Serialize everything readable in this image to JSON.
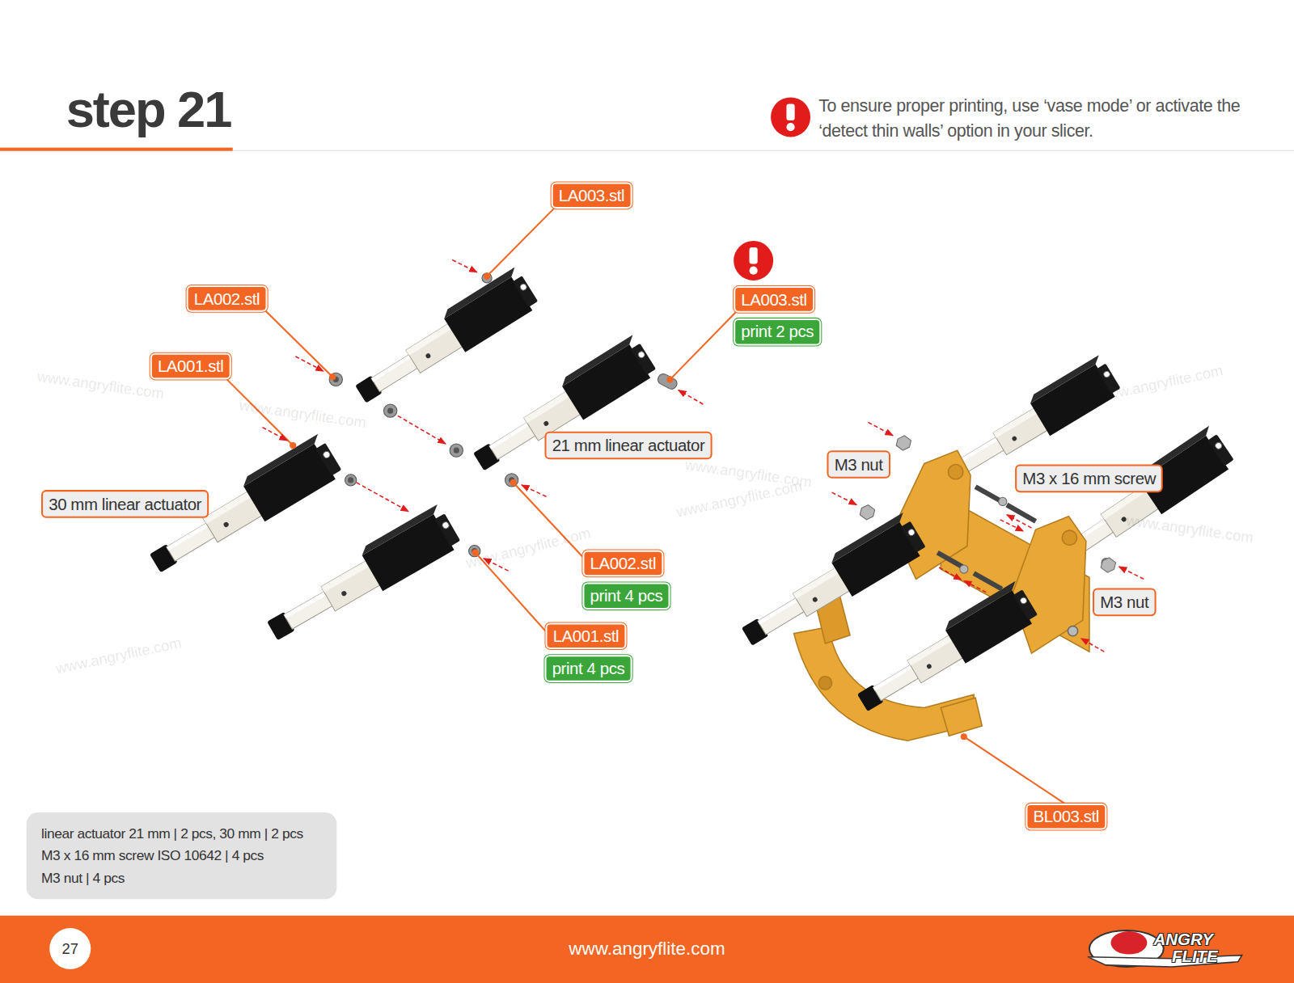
{
  "diagram": {
    "title": "step 21",
    "nodes": [
      {
        "text": [
          "LA003.stl"
        ]
      },
      {
        "text": [
          "LA002.stl"
        ]
      },
      {
        "text": [
          "LA001.stl"
        ]
      },
      {
        "text": [
          "30 mm linear actuator"
        ]
      },
      {
        "text": [
          "LA003.stl"
        ]
      },
      {
        "text": [
          "print 2 pcs"
        ]
      },
      {
        "text": [
          "21 mm linear actuator"
        ]
      },
      {
        "text": [
          "M3 nut"
        ]
      },
      {
        "text": [
          "M3 x 16 mm screw"
        ]
      },
      {
        "text": [
          "LA002.stl"
        ]
      },
      {
        "text": [
          "print 4 pcs"
        ]
      },
      {
        "text": [
          "M3 nut"
        ]
      },
      {
        "text": [
          "LA001.stl"
        ]
      },
      {
        "text": [
          "print 4 pcs"
        ]
      },
      {
        "text": [
          "BL003.stl"
        ]
      },
      {
        "text": [
          "linear actuator 21 mm | 2 pcs, 30 mm | 2 pcs",
          "M3 x 16 mm screw ISO 10642 | 4 pcs",
          "M3 nut | 4 pcs"
        ]
      }
    ],
    "labels": [
      "To ensure proper printing, use ‘vase mode’ or activate the ‘detect thin walls’ option in your slicer.",
      "27",
      "www.angryflite.com",
      "www.angryflite.com",
      "www.angryflite.com",
      "www.angryflite.com",
      "www.angryflite.com",
      "www.angryflite.com",
      "www.angryflite.com",
      "www.angryflite.com",
      "www.angryflite.com",
      "ANGRY",
      "FLITE"
    ]
  }
}
